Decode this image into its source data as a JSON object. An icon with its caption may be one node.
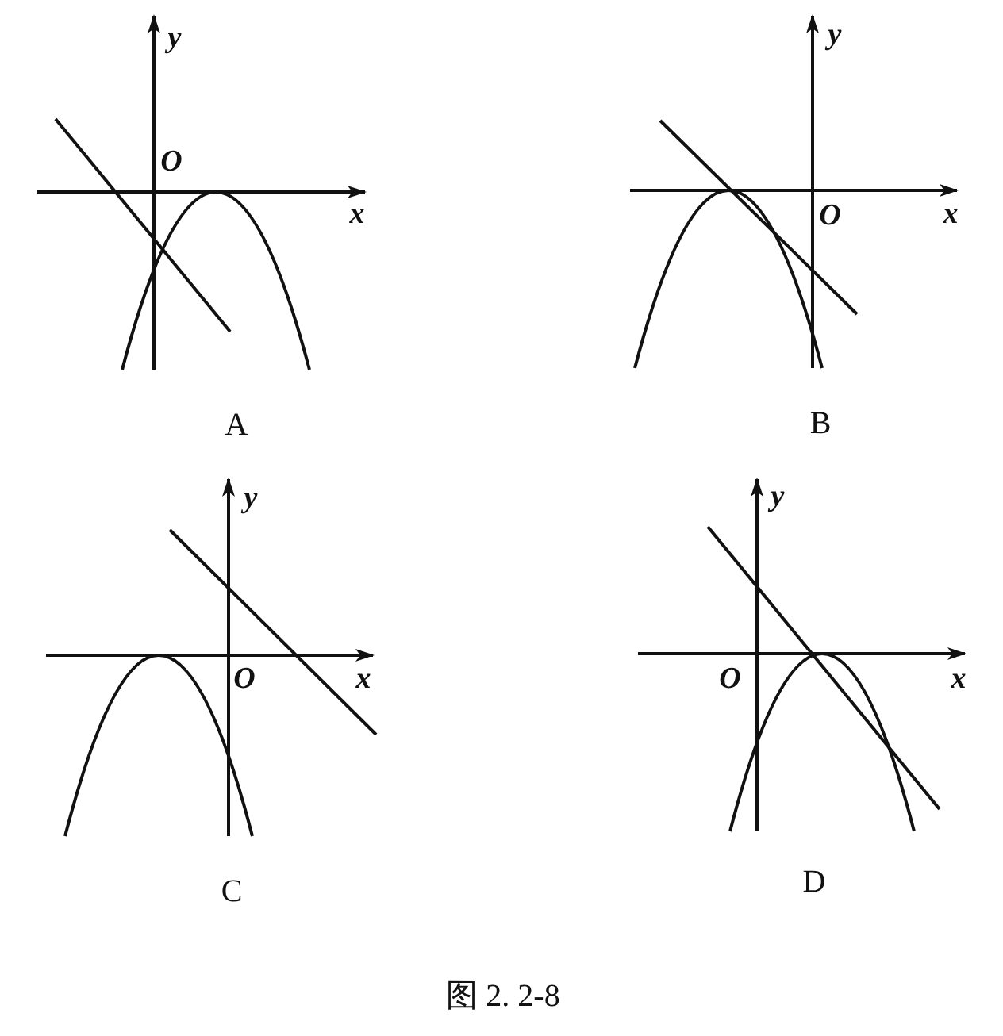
{
  "diagram": {
    "caption": "图 2. 2-8",
    "labels": [
      "y",
      "O",
      "x",
      "A",
      "y",
      "O",
      "x",
      "B",
      "y",
      "O",
      "x",
      "C",
      "y",
      "O",
      "x",
      "D"
    ]
  }
}
